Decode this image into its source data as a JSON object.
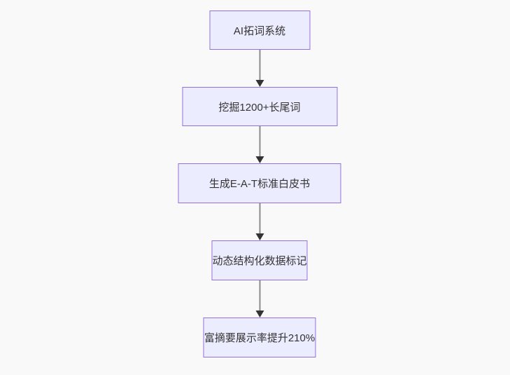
{
  "canvas": {
    "background_color": "#f9f9f9"
  },
  "flowchart": {
    "type": "flowchart",
    "direction": "top-down",
    "colors": {
      "node_fill": "#ECECFF",
      "node_border": "#9370DB",
      "node_text": "#333333",
      "edge_line": "#8c8c8c",
      "arrow_head": "#333333"
    },
    "nodes": [
      {
        "id": "n1",
        "label": "AI拓词系统"
      },
      {
        "id": "n2",
        "label": "挖掘1200+长尾词"
      },
      {
        "id": "n3",
        "label": "生成E-A-T标准白皮书"
      },
      {
        "id": "n4",
        "label": "动态结构化数据标记"
      },
      {
        "id": "n5",
        "label": "富摘要展示率提升210%"
      }
    ],
    "edges": [
      {
        "from": "n1",
        "to": "n2"
      },
      {
        "from": "n2",
        "to": "n3"
      },
      {
        "from": "n3",
        "to": "n4"
      },
      {
        "from": "n4",
        "to": "n5"
      }
    ]
  }
}
